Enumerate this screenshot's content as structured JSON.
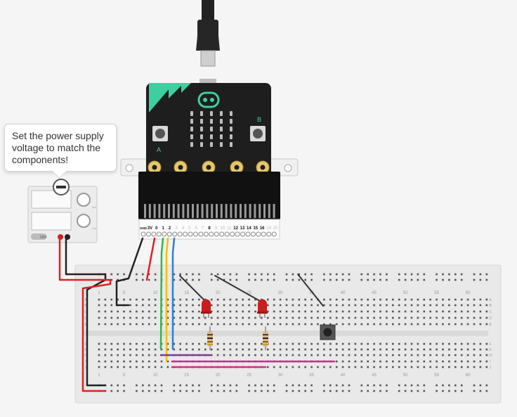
{
  "tooltip": {
    "text": "Set the power supply voltage to match the components!"
  },
  "power_supply": {
    "switch_label": "OFF",
    "knob_1_label": "Vol",
    "knob_2_label": "Cur"
  },
  "microbit": {
    "button_a_label": "A",
    "button_b_label": "B",
    "edge_pin_labels": [
      "GND",
      "3V",
      "0",
      "1",
      "2",
      "3",
      "4",
      "5",
      "6",
      "7",
      "8",
      "9",
      "10",
      "11",
      "12",
      "13",
      "14",
      "15",
      "16",
      "19",
      "20"
    ]
  },
  "breadboard": {
    "column_numbers": [
      "1",
      "5",
      "10",
      "15",
      "20",
      "25",
      "30",
      "35",
      "40",
      "45",
      "50",
      "55",
      "60"
    ],
    "rows_top": [
      "A",
      "B",
      "C",
      "D",
      "E"
    ],
    "rows_bottom": [
      "F",
      "G",
      "H",
      "I",
      "J"
    ]
  },
  "colors": {
    "microbit_body": "#1e1e1e",
    "microbit_accent": "#3ecfa0",
    "breadboard": "#e9e9e9",
    "wire_black": "#222222",
    "wire_red": "#e02020",
    "wire_green": "#33b54a",
    "wire_yellow": "#f2c200",
    "wire_blue": "#2a7fd4",
    "wire_purple": "#7d3c98",
    "wire_magenta": "#cc2e8a",
    "led_red": "#c81e1e"
  }
}
